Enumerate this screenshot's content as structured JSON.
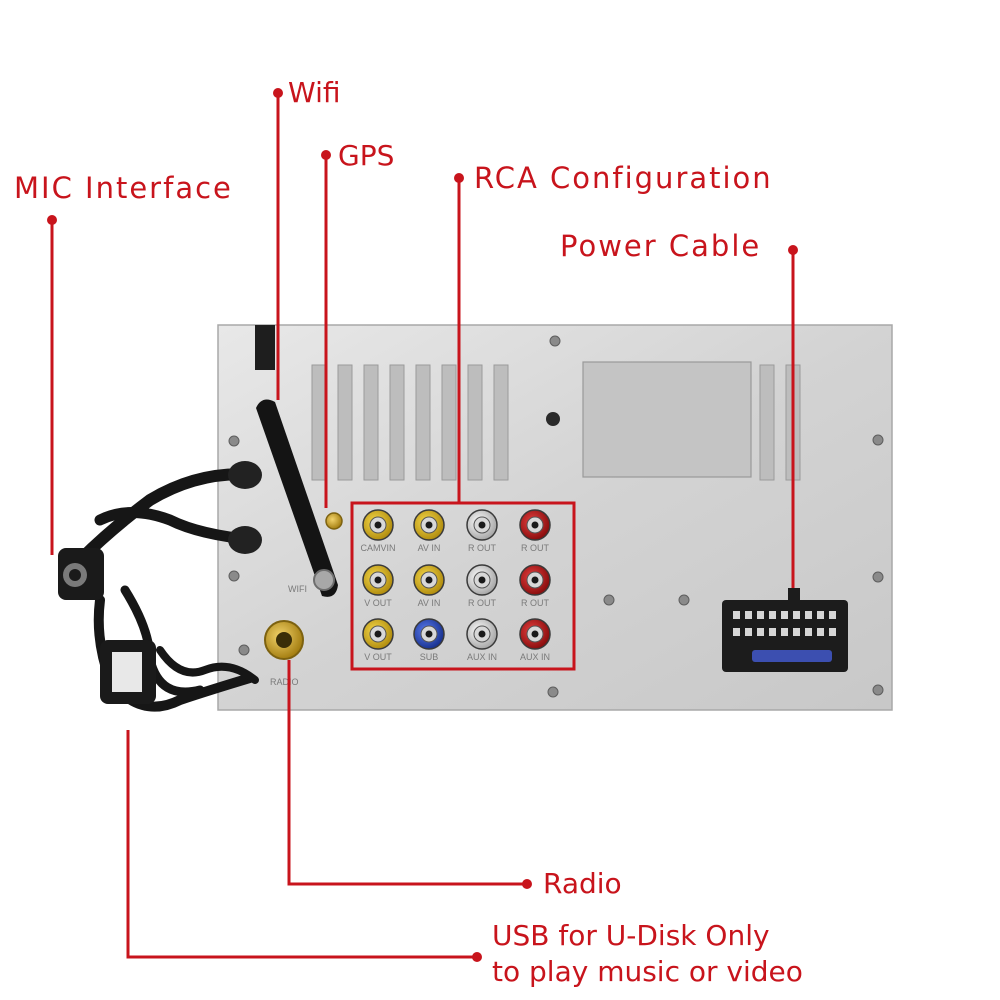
{
  "labels": {
    "wifi": "Wifi",
    "gps": "GPS",
    "mic": "MIC Interface",
    "rca": "RCA Configuration",
    "power": "Power Cable",
    "radio": "Radio",
    "usb_line1": "USB for U-Disk Only",
    "usb_line2": "to play music or video"
  },
  "rca_port_labels": [
    [
      "CAMVIN",
      "AV IN",
      "R OUT",
      "R OUT"
    ],
    [
      "V OUT",
      "AV IN",
      "R OUT",
      "R OUT"
    ],
    [
      "V OUT",
      "SUB",
      "AUX IN",
      "AUX IN"
    ]
  ],
  "panel_labels": {
    "wifi": "WIFI",
    "radio": "RADIO"
  },
  "colors": {
    "accent": "#c8141c",
    "panel": "#d9d9d9",
    "rca_yellow": "#d9b21a",
    "rca_white": "#e6e6e6",
    "rca_red": "#c01818",
    "rca_blue": "#2a4fd0",
    "gold": "#c9a227",
    "cable": "#1a1a1a"
  }
}
